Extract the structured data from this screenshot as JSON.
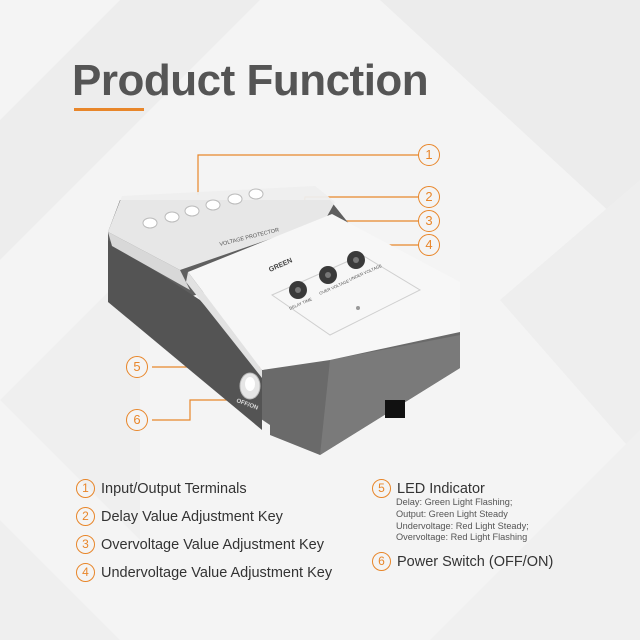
{
  "title": "Product Function",
  "colors": {
    "accent": "#e8862a",
    "title": "#555555",
    "body_text": "#333333",
    "housing": "#6b6b6b",
    "cover": "#f7f7f7"
  },
  "device": {
    "cover_label": "VOLTAGE PROTECTOR",
    "brand": "GREEN",
    "knob_labels": [
      "DELAY TIME",
      "OVER VOLTAGE",
      "UNDER VOLTAGE"
    ],
    "switch_label": "OFF/ON"
  },
  "callouts": [
    "1",
    "2",
    "3",
    "4",
    "5",
    "6"
  ],
  "legend": [
    {
      "num": "1",
      "label": "Input/Output Terminals"
    },
    {
      "num": "2",
      "label": "Delay Value Adjustment Key"
    },
    {
      "num": "3",
      "label": "Overvoltage Value Adjustment Key"
    },
    {
      "num": "4",
      "label": "Undervoltage Value Adjustment Key"
    },
    {
      "num": "5",
      "label": "LED Indicator"
    },
    {
      "num": "6",
      "label": "Power Switch (OFF/ON)"
    }
  ],
  "led_details": [
    "Delay: Green Light Flashing;",
    "Output: Green Light Steady",
    "Undervoltage: Red Light Steady;",
    "Overvoltage: Red Light Flashing"
  ]
}
